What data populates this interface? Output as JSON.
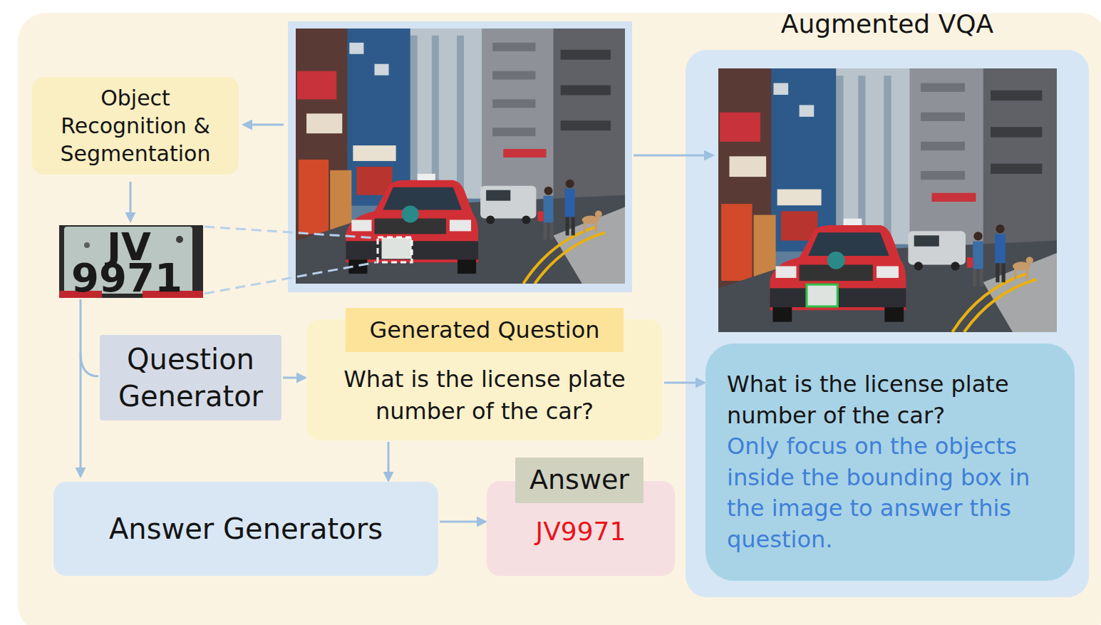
{
  "diagram": {
    "nodes": [
      {
        "text": [
          "Object Recognition & Segmentation"
        ]
      },
      {
        "text": [
          "Question Generator"
        ]
      },
      {
        "text": [
          "Generated Question",
          "What is the license plate number of the car?"
        ]
      },
      {
        "text": [
          "Answer Generators"
        ]
      },
      {
        "text": [
          "Answer",
          "JV9971"
        ]
      },
      {
        "text": [
          "Augmented VQA"
        ]
      },
      {
        "text": [
          "What is the license plate number of the car?",
          "Only focus on the objects inside the bounding box in the image to answer this question."
        ],
        "in": 5
      }
    ],
    "edges": [
      {
        "from": 1,
        "to": 2,
        "arrow": "to"
      },
      {
        "from": 2,
        "to": 3,
        "arrow": "to"
      },
      {
        "from": 3,
        "to": 4,
        "arrow": "to"
      },
      {
        "from": 2,
        "to": 6,
        "arrow": "to"
      }
    ],
    "labels": [
      "JV",
      "9971"
    ]
  }
}
